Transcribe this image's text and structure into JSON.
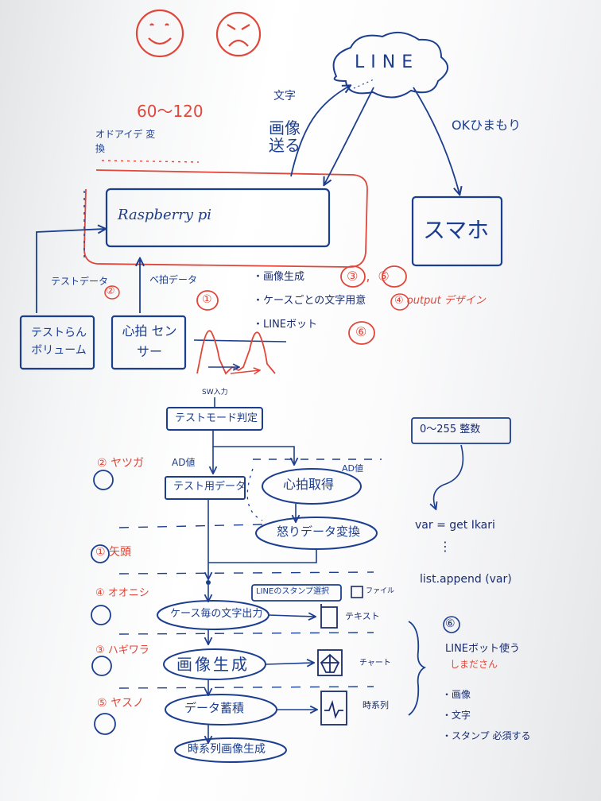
{
  "colors": {
    "blue_marker": "#1c3e8f",
    "red_marker": "#e0463a",
    "board": "#f6f7f8"
  },
  "faces": {
    "happy": "smiley-face-icon",
    "sad": "frowny-face-icon"
  },
  "top": {
    "line_cloud": "LINE",
    "range": "60〜120",
    "resample_label": "オドアイデ 変換",
    "send_label": "文字",
    "send_image": "画像 送る",
    "ok_label": "OKひまもり",
    "raspberry_pi": "Raspberry pi",
    "smartphone": "スマホ",
    "test_data_arrow": "テストデータ",
    "test_data_num": "②",
    "beat_data_arrow": "ベ拍データ",
    "beat_data_num": "①",
    "test_volume": "テストらん ボリューム",
    "heart_sensor": "心拍 センサー",
    "tasks": [
      "・画像生成",
      "・ケースごとの文字用意",
      "・LINEボット"
    ],
    "task_nums_1": "③,⑤",
    "task_num_6": "⑥",
    "output_design": "④ output デザイン"
  },
  "flow": {
    "sw_input": "SW入力",
    "test_mode": "テストモード判定",
    "ad_left": "AD値",
    "ad_right": "AD値",
    "step2": "② ヤツガ",
    "test_data_box": "テスト用データ",
    "heart_acquire": "心拍取得",
    "anger_convert": "怒りデータ変換",
    "step1": "① 矢頭",
    "step4": "④ オオニシ",
    "line_stamp": "LINEのスタンプ選択",
    "file_label": "ファイル",
    "case_text": "ケース毎の文字出力",
    "text_label": "テキスト",
    "step3": "③ ハギワラ",
    "image_gen": "画像生成",
    "chart_label": "チャート",
    "step5": "⑤ ヤスノ",
    "data_accum": "データ蓄積",
    "series_label": "時系列",
    "series_image": "時系列画像生成"
  },
  "right": {
    "norm": "0〜255 整数",
    "var_line": "var = get Ikari",
    "dots": "⋮",
    "list_append": "list.append (var)",
    "num6": "⑥",
    "use_bot": "LINEボット使う",
    "person": "しまださん",
    "bullets": [
      "・画像",
      "・文字",
      "・スタンプ 必須する"
    ]
  }
}
